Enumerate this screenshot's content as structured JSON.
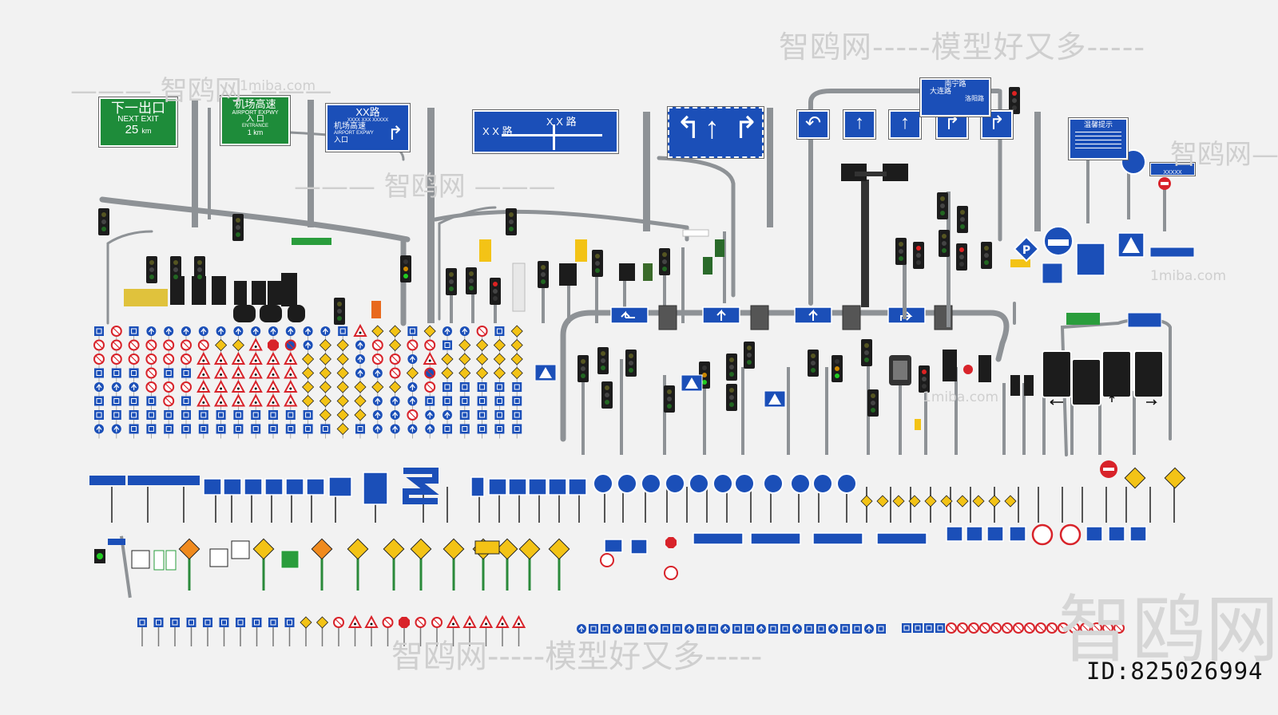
{
  "watermarks": {
    "top": "智鸥网-----模型好又多-----",
    "left": "——— 智鸥网 ———",
    "url1": "1miba.com",
    "mid": "——— 智鸥网 ———",
    "right": "智鸥网—",
    "bottom": "智鸥网-----模型好又多-----",
    "big": "智鸥网",
    "url2": "1miba.com",
    "url3": "1miba.com"
  },
  "id_label": "ID:825026994",
  "signs": {
    "next_exit": {
      "cn": "下一出口",
      "en": "NEXT EXIT",
      "dist": "25",
      "unit": "km"
    },
    "airport_expwy": {
      "cn": "机场高速",
      "en": "AIRPORT EXPWY",
      "sub_cn": "入 口",
      "sub_en": "ENTRANCE",
      "dist": "1",
      "unit": "km"
    },
    "xx_road_small": {
      "title": "XX路",
      "sub": "XXXX XXX XXXXX",
      "cn": "机场高速",
      "en": "AIRPORT EXPWY",
      "entry_cn": "入口"
    },
    "xx_road_big": {
      "top": "X X 路",
      "left": "X X 路"
    },
    "guide_tr": {
      "line1": "南宁路",
      "line2": "大连路",
      "line3": "洛阳路"
    },
    "notice": {
      "title": "温馨提示"
    },
    "bus_lane": {
      "label": "XXXXX"
    }
  },
  "colors": {
    "background": "#f2f2f2",
    "sign_green": "#1e8c3a",
    "sign_blue": "#1b4fb8",
    "pole_gray": "#8e9296",
    "signal_black": "#1c1c1c",
    "warning_yellow": "#f3c316",
    "prohibit_red": "#d8232a"
  }
}
